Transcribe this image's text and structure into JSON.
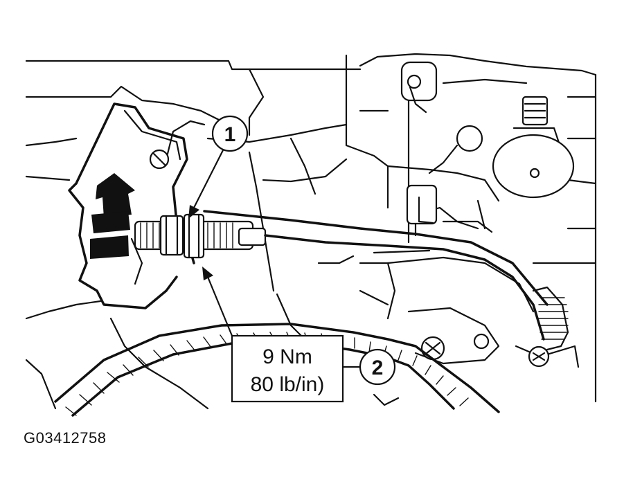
{
  "callouts": {
    "c1": "1",
    "c2": "2"
  },
  "torque_spec": {
    "line1": "9 Nm",
    "line2": "80 lb/in)"
  },
  "figure_id": "G03412758",
  "colors": {
    "ink": "#111111",
    "background": "#ffffff"
  }
}
